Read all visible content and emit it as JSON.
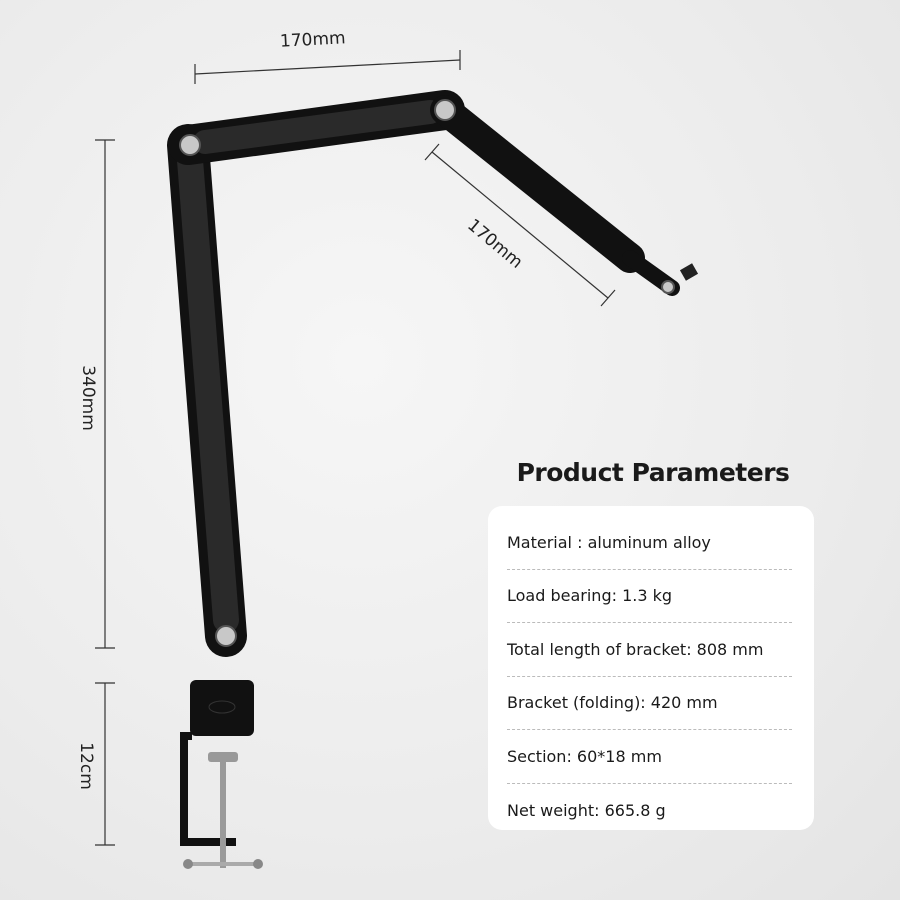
{
  "dimensions": {
    "top_arm": "170mm",
    "forearm": "170mm",
    "lower_arm": "340mm",
    "clamp": "12cm"
  },
  "parameters": {
    "title": "Product Parameters",
    "items": [
      "Material : aluminum alloy",
      "Load bearing: 1.3 kg",
      "Total length of bracket: 808 mm",
      "Bracket (folding): 420 mm",
      "Section: 60*18 mm",
      "Net weight: 665.8 g"
    ]
  }
}
